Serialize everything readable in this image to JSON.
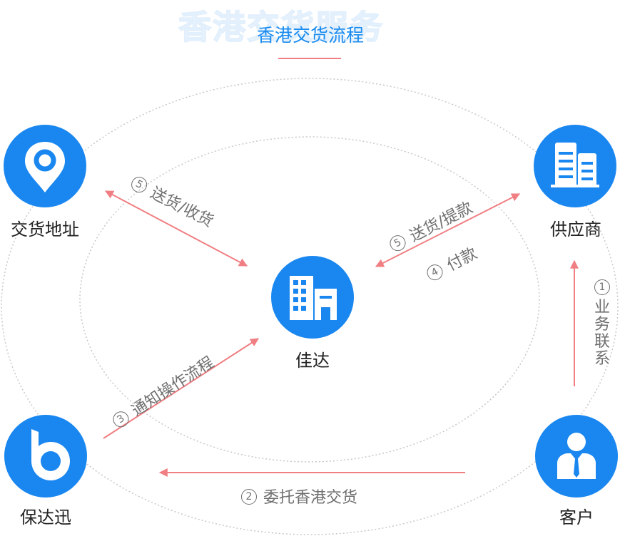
{
  "header": {
    "watermark": "香港交货服务",
    "title": "香港交货流程"
  },
  "nodes": {
    "address": "交货地址",
    "supplier": "供应商",
    "center": "佳达",
    "baodaxun": "保达迅",
    "customer": "客户"
  },
  "edges": {
    "deliver_receive": {
      "num": "5",
      "text": "送货/收货"
    },
    "deliver_pickup": {
      "num": "5",
      "text": "送货/提款"
    },
    "payment": {
      "num": "4",
      "text": "付款"
    },
    "notify": {
      "num": "3",
      "text": "通知操作流程"
    },
    "business": {
      "num": "1",
      "text": "业务联系"
    },
    "entrust": {
      "num": "2",
      "text": "委托香港交货"
    }
  },
  "colors": {
    "node_blue": "#1a87f0",
    "arrow_pink": "#f07e82",
    "title_blue": "#1a8cf0",
    "ellipse_gray": "#c8c8c8"
  },
  "icons": {
    "address": "location-pin-icon",
    "supplier": "office-buildings-icon",
    "center": "building-icon",
    "baodaxun": "baodaxun-logo-icon",
    "customer": "businessman-icon"
  }
}
